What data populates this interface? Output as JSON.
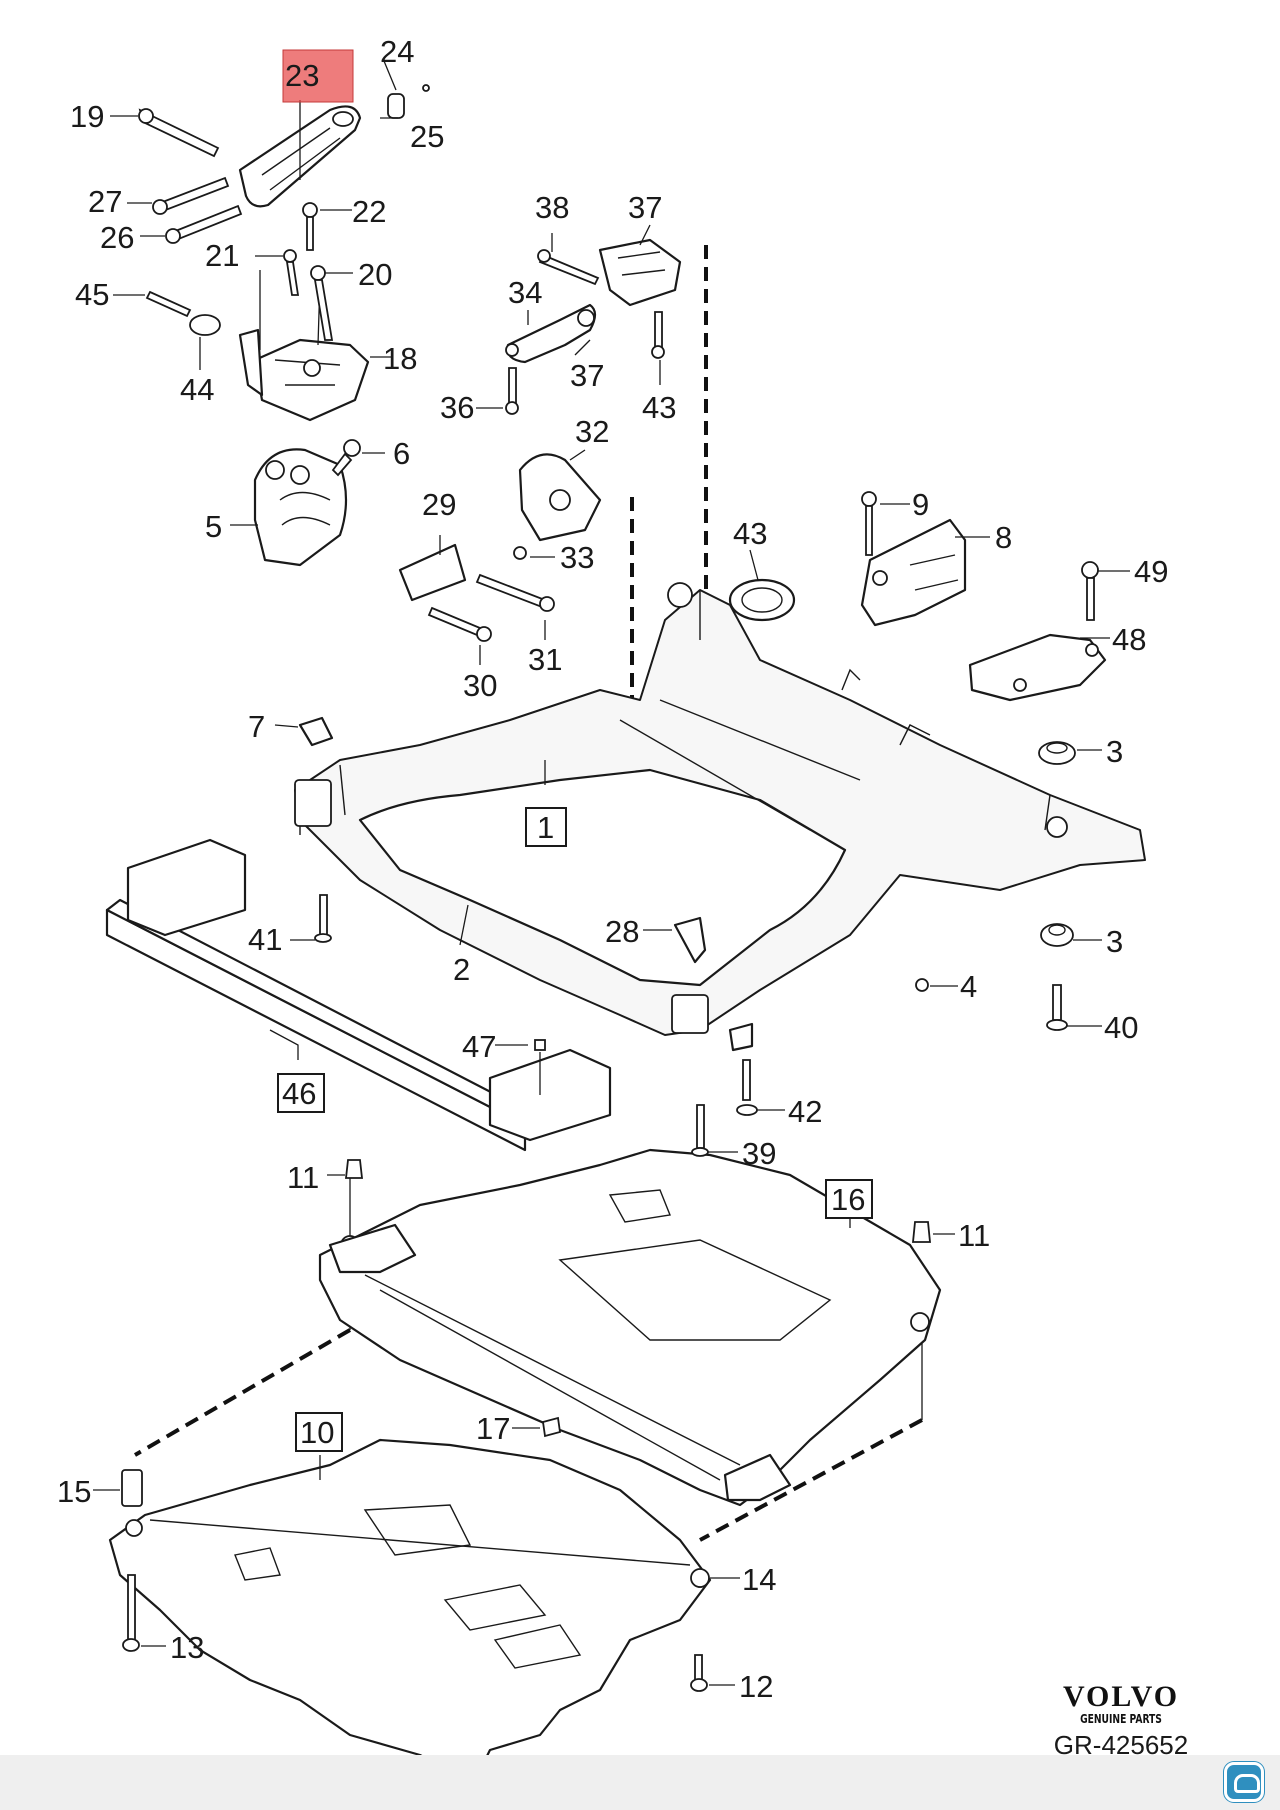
{
  "diagram": {
    "highlight_color": "#e84a4a",
    "callouts": {
      "c1": "1",
      "c2": "2",
      "c3a": "3",
      "c3b": "3",
      "c4": "4",
      "c5": "5",
      "c6": "6",
      "c7": "7",
      "c8": "8",
      "c9": "9",
      "c10": "10",
      "c11a": "11",
      "c11b": "11",
      "c12": "12",
      "c13": "13",
      "c14": "14",
      "c15": "15",
      "c16": "16",
      "c17": "17",
      "c18": "18",
      "c19": "19",
      "c20": "20",
      "c21": "21",
      "c22": "22",
      "c23": "23",
      "c24": "24",
      "c25": "25",
      "c26": "26",
      "c27": "27",
      "c28": "28",
      "c29": "29",
      "c30": "30",
      "c31": "31",
      "c32": "32",
      "c33": "33",
      "c34": "34",
      "c36": "36",
      "c37a": "37",
      "c37b": "37",
      "c38": "38",
      "c39": "39",
      "c40": "40",
      "c41": "41",
      "c42": "42",
      "c43a": "43",
      "c43b": "43",
      "c44": "44",
      "c45": "45",
      "c46": "46",
      "c47": "47",
      "c48": "48",
      "c49": "49"
    }
  },
  "brand": {
    "name": "VOLVO",
    "tagline": "GENUINE PARTS",
    "reference": "GR-425652"
  },
  "corner_badge": {
    "icon": "chat-car-icon"
  }
}
